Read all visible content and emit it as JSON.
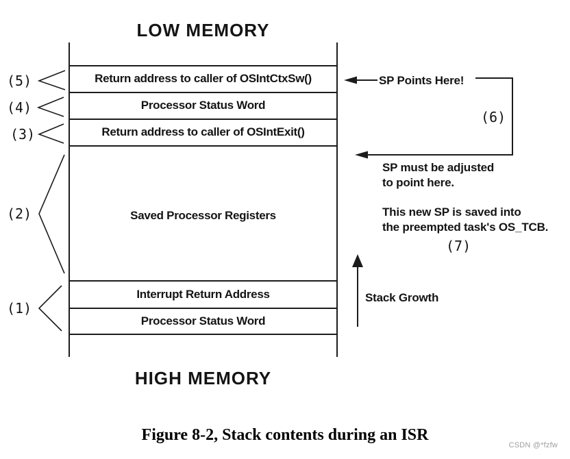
{
  "title_top": "LOW MEMORY",
  "title_bottom": "HIGH MEMORY",
  "stack": {
    "rows": [
      {
        "ref": "(5)",
        "label": "Return address to caller of OSIntCtxSw()"
      },
      {
        "ref": "(4)",
        "label": "Processor Status Word"
      },
      {
        "ref": "(3)",
        "label": "Return address to caller of OSIntExit()"
      },
      {
        "ref": "(2)",
        "label": "Saved Processor Registers"
      },
      {
        "ref": "(1)",
        "label": "Interrupt Return Address"
      },
      {
        "ref": "(1)",
        "label": "Processor Status Word"
      }
    ]
  },
  "annotations": {
    "sp_pointer": {
      "ref": "(6)",
      "label": "SP Points Here!"
    },
    "sp_adjust": {
      "line1": "SP must be adjusted",
      "line2": "to point here."
    },
    "new_sp": {
      "ref": "(7)",
      "line1": "This new SP is saved into",
      "line2": "the preempted task's OS_TCB."
    },
    "stack_growth": "Stack Growth"
  },
  "caption": "Figure 8-2, Stack contents during an ISR",
  "watermark": "CSDN @*fzfw",
  "colors": {
    "line": "#1c1c1c",
    "text": "#141414",
    "watermark": "#9e9e9e",
    "background": "#ffffff"
  }
}
